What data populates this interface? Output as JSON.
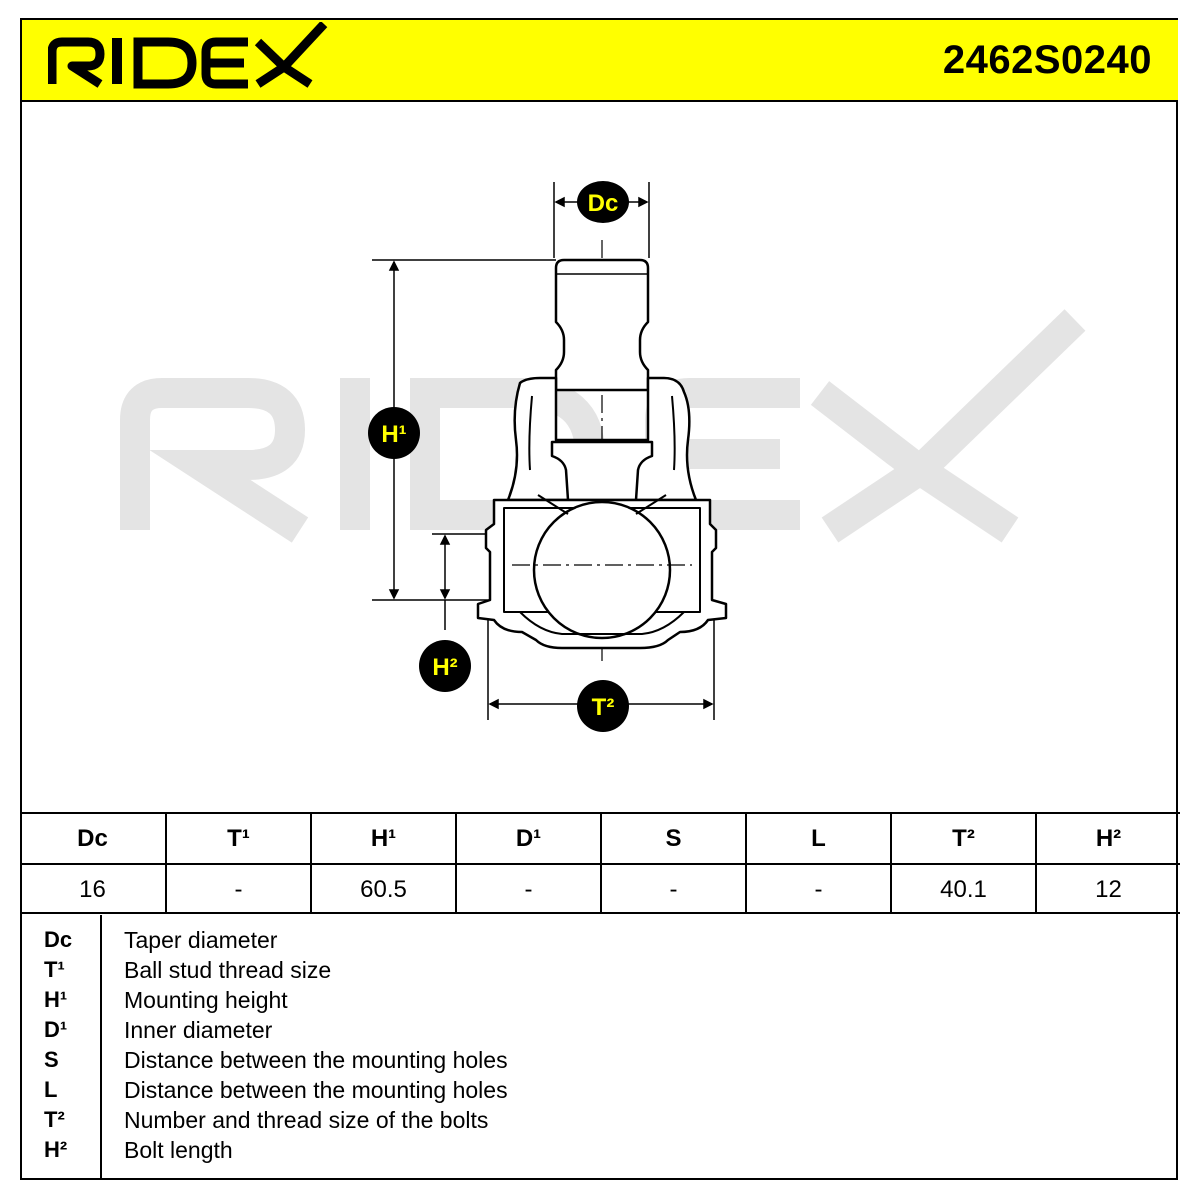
{
  "header": {
    "brand": "RIDEX",
    "part_number": "2462S0240"
  },
  "drawing": {
    "labels": {
      "dc": "Dc",
      "h1": "H¹",
      "h2": "H²",
      "t2": "T²"
    },
    "watermark": "RIDEX"
  },
  "table": {
    "headers": [
      "Dc",
      "T¹",
      "H¹",
      "D¹",
      "S",
      "L",
      "T²",
      "H²"
    ],
    "values": [
      "16",
      "-",
      "60.5",
      "-",
      "-",
      "-",
      "40.1",
      "12"
    ]
  },
  "legend": [
    {
      "sym": "Dc",
      "desc": "Taper diameter"
    },
    {
      "sym": "T¹",
      "desc": "Ball stud thread size"
    },
    {
      "sym": "H¹",
      "desc": "Mounting height"
    },
    {
      "sym": "D¹",
      "desc": "Inner diameter"
    },
    {
      "sym": "S",
      "desc": "Distance between the mounting holes"
    },
    {
      "sym": "L",
      "desc": "Distance between the mounting holes"
    },
    {
      "sym": "T²",
      "desc": "Number and thread size of the bolts"
    },
    {
      "sym": "H²",
      "desc": "Bolt length"
    }
  ],
  "colors": {
    "header_bg": "#ffff00",
    "badge_bg": "#000000",
    "badge_text": "#ffff00",
    "watermark": "#e6e6e6"
  }
}
